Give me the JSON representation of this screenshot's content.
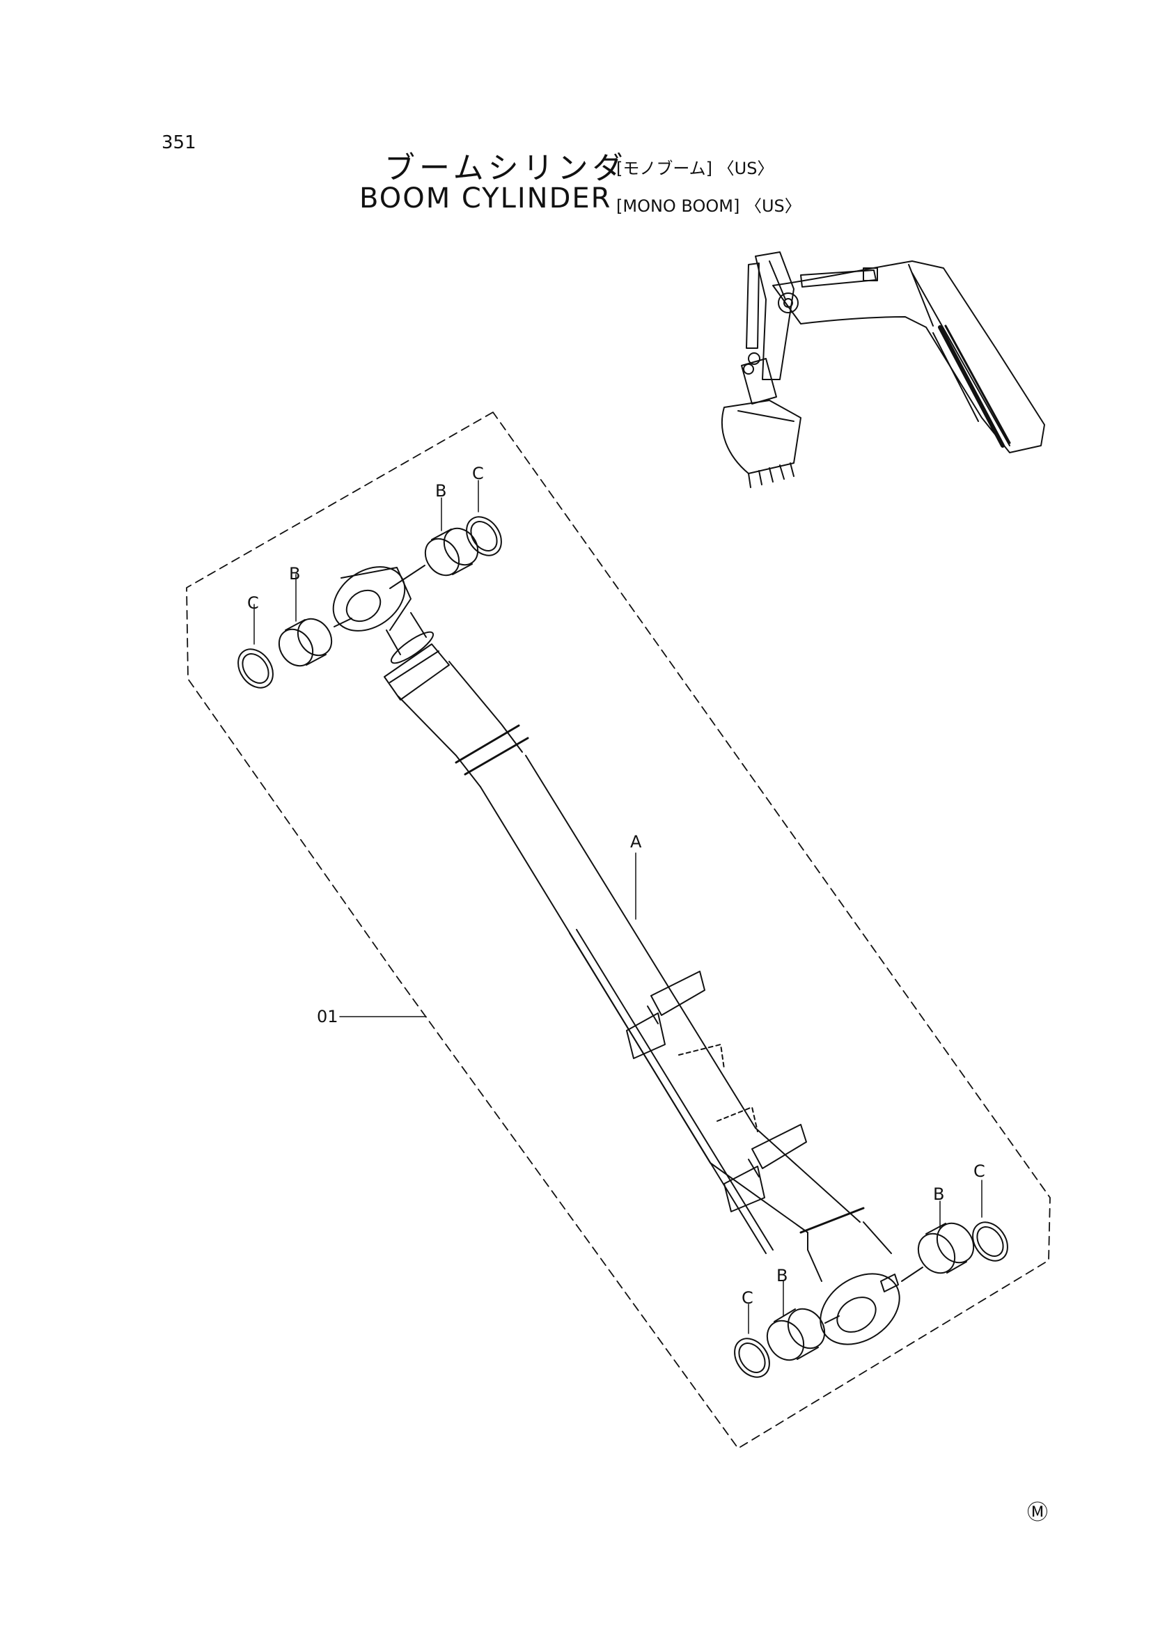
{
  "page": {
    "number": "351",
    "title_jp": "ブームシリンダ",
    "title_jp_qualifier": "[モノブーム] 〈US〉",
    "title_en": "BOOM CYLINDER",
    "title_en_qualifier": "[MONO BOOM] 〈US〉"
  },
  "callouts": {
    "assembly": "01",
    "tube": "A",
    "bushing": "B",
    "seal": "C"
  },
  "mark": "Ⓜ",
  "colors": {
    "ink": "#111111",
    "paper": "#ffffff"
  }
}
